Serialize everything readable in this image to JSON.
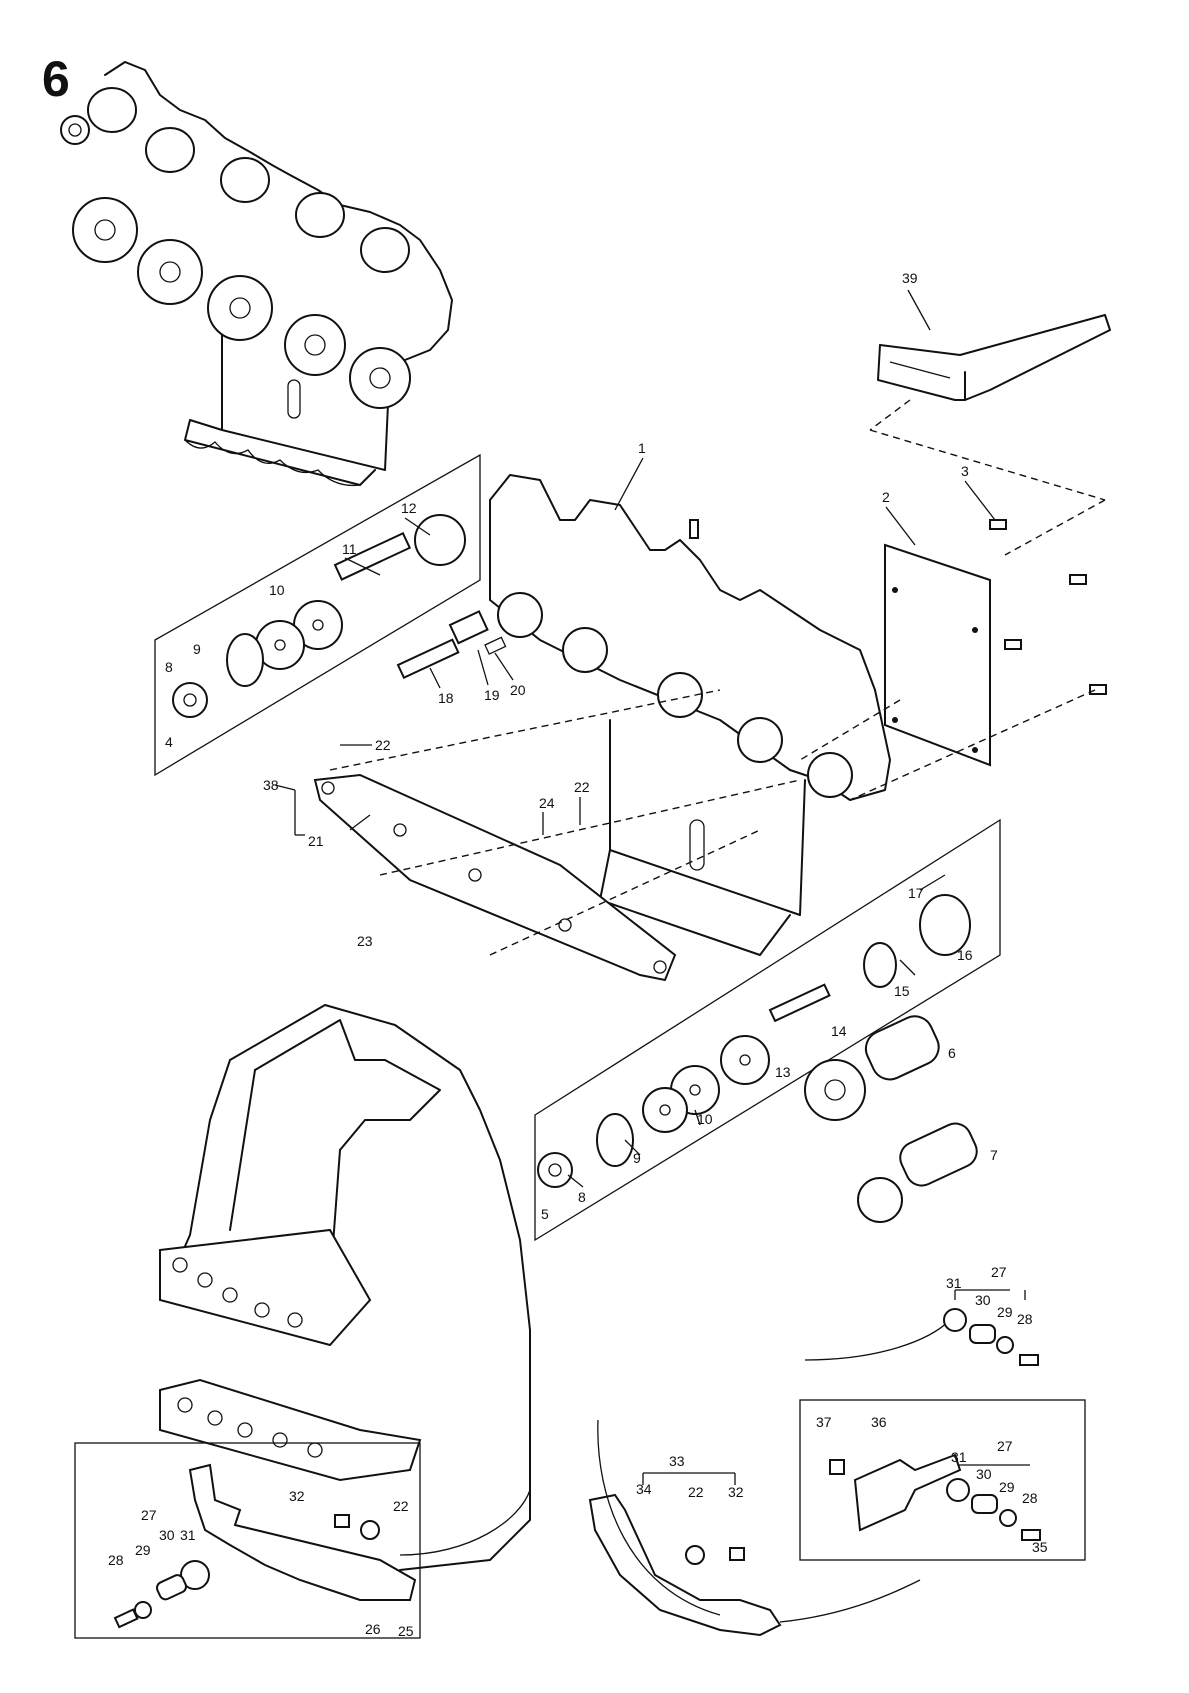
{
  "figure_number": "6",
  "labels": {
    "n1": "1",
    "n2": "2",
    "n3": "3",
    "n4": "4",
    "n5": "5",
    "n6": "6",
    "n7": "7",
    "n8a": "8",
    "n8b": "8",
    "n9a": "9",
    "n9b": "9",
    "n10a": "10",
    "n10b": "10",
    "n11": "11",
    "n12": "12",
    "n13": "13",
    "n14": "14",
    "n15": "15",
    "n16": "16",
    "n17": "17",
    "n18": "18",
    "n19": "19",
    "n20": "20",
    "n21": "21",
    "n22a": "22",
    "n22b": "22",
    "n22c": "22",
    "n22d": "22",
    "n23": "23",
    "n24": "24",
    "n25": "25",
    "n26": "26",
    "n27a": "27",
    "n27b": "27",
    "n27c": "27",
    "n28a": "28",
    "n28b": "28",
    "n28c": "28",
    "n29a": "29",
    "n29b": "29",
    "n29c": "29",
    "n30a": "30",
    "n30b": "30",
    "n30c": "30",
    "n31a": "31",
    "n31b": "31",
    "n31c": "31",
    "n32a": "32",
    "n32b": "32",
    "n33": "33",
    "n34": "34",
    "n35": "35",
    "n36": "36",
    "n37": "37",
    "n38": "38",
    "n39": "39"
  }
}
